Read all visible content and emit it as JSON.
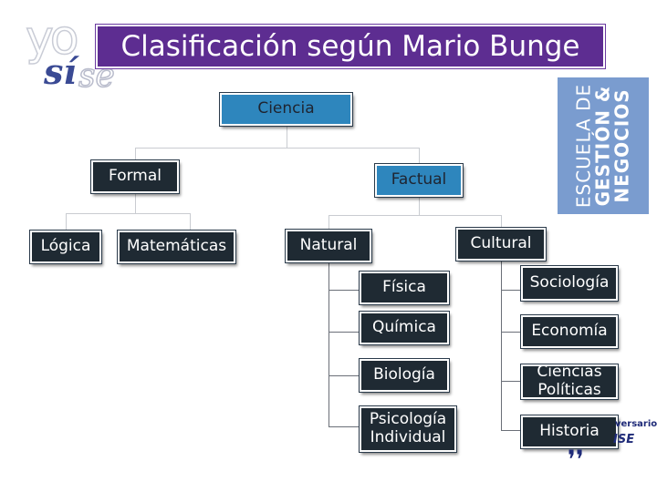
{
  "logo": {
    "yo": "yo",
    "si": "sí",
    "se": "se"
  },
  "title": "Clasificación según Mario Bunge",
  "school": {
    "line1": "ESCUELA DE",
    "line2": "GESTIÓN &",
    "line3": "NEGOCIOS"
  },
  "nodes": {
    "ciencia": "Ciencia",
    "formal": "Formal",
    "factual": "Factual",
    "logica": "Lógica",
    "matematicas": "Matemáticas",
    "natural": "Natural",
    "cultural": "Cultural",
    "fisica": "Física",
    "quimica": "Química",
    "biologia": "Biología",
    "psicologia": "Psicología Individual",
    "sociologia": "Sociología",
    "economia": "Economía",
    "ciencias_politicas": "Ciencias Políticas",
    "historia": "Historia"
  },
  "corner": {
    "aniversario": "versario",
    "ise": "ISE"
  },
  "colors": {
    "title_bg": "#5d2d91",
    "box_blue": "#2e86bd",
    "box_dark": "#1f2a33",
    "banner": "#7a9ccf"
  }
}
